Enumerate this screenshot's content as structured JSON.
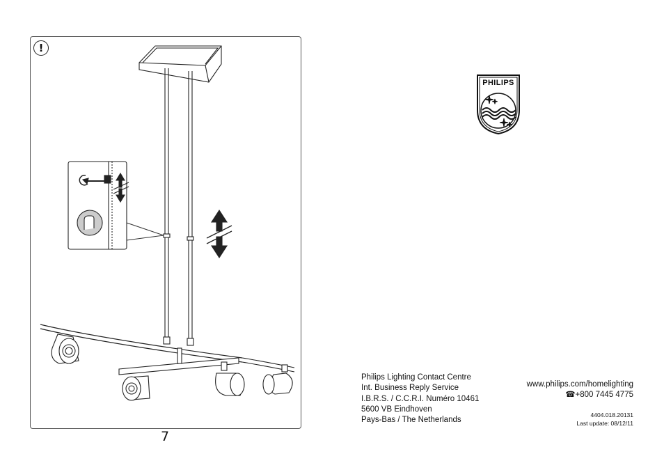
{
  "page": {
    "number": "7"
  },
  "warning": {
    "symbol": "!"
  },
  "brand": {
    "name": "PHILIPS"
  },
  "contact": {
    "lines": [
      "Philips Lighting Contact Centre",
      "Int. Business Reply Service",
      "I.B.R.S. / C.C.R.I. Numéro 10461",
      "5600 VB Eindhoven",
      "Pays-Bas / The Netherlands"
    ]
  },
  "web": {
    "url": "www.philips.com/homelighting",
    "phone_symbol": "☎",
    "phone": "+800 7445 4775"
  },
  "document": {
    "code": "4404.018.20131",
    "last_update": "Last update: 08/12/11"
  },
  "icons": {
    "warning": "warning-icon",
    "phone": "phone-icon",
    "height-adjust": "up-down-arrow-icon",
    "rotate": "rotate-icon",
    "hand": "hand-icon",
    "shield": "philips-shield-icon"
  }
}
